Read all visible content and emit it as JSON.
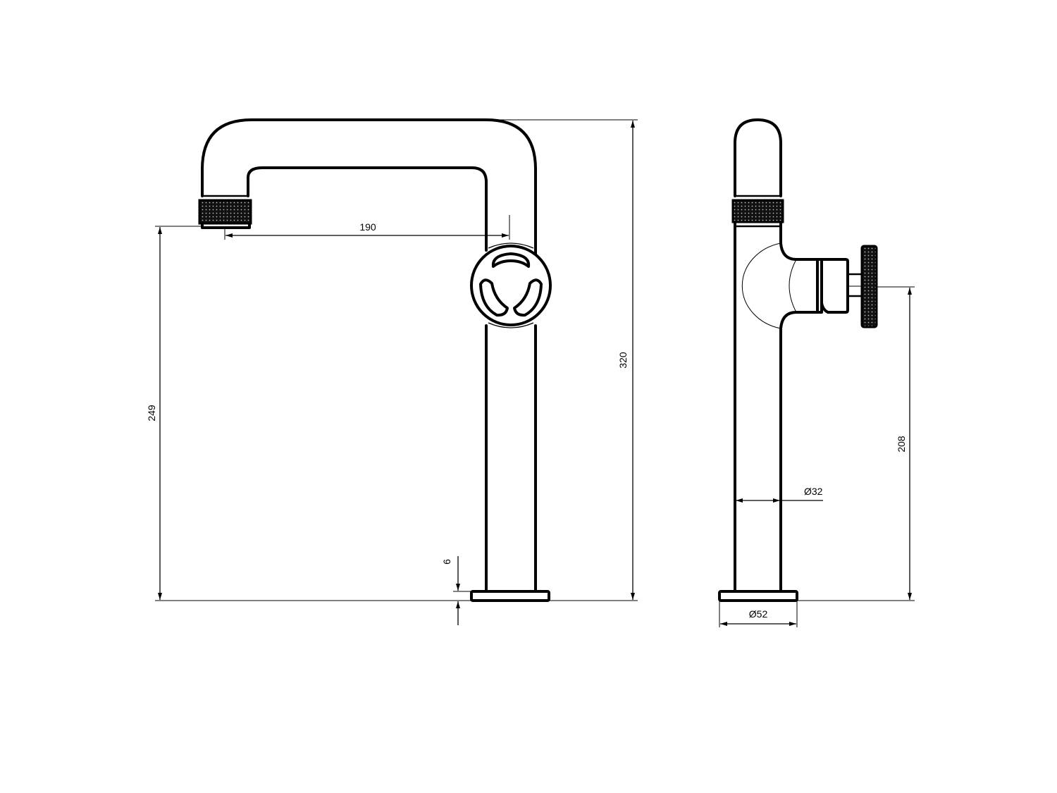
{
  "drawing": {
    "title": "Tap technical drawing - front and side elevation",
    "units": "mm",
    "line_color": "#000000",
    "background": "#ffffff"
  },
  "front_view": {
    "dimensions": {
      "spout_reach": "190",
      "spout_outlet_height": "249",
      "overall_height": "320",
      "base_plate_thickness": "6"
    }
  },
  "side_view": {
    "dimensions": {
      "handle_axis_height": "208",
      "body_diameter": "Ø32",
      "base_diameter": "Ø52"
    }
  }
}
